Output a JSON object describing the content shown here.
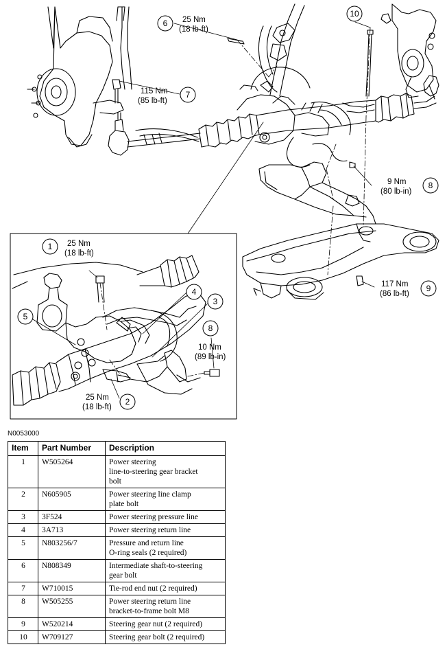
{
  "figure_id": "N0053000",
  "callouts": [
    {
      "id": "c6",
      "number": "6",
      "torque_nm": "25 Nm",
      "torque_imperial": "(18 lb-ft)"
    },
    {
      "id": "c10",
      "number": "10",
      "torque_nm": "",
      "torque_imperial": ""
    },
    {
      "id": "c7",
      "number": "7",
      "torque_nm": "115 Nm",
      "torque_imperial": "(85 lb-ft)"
    },
    {
      "id": "c8",
      "number": "8",
      "torque_nm": "9 Nm",
      "torque_imperial": "(80 lb-in)"
    },
    {
      "id": "c9",
      "number": "9",
      "torque_nm": "117 Nm",
      "torque_imperial": "(86 lb-ft)"
    },
    {
      "id": "d1",
      "number": "1",
      "torque_nm": "25 Nm",
      "torque_imperial": "(18 lb-ft)"
    },
    {
      "id": "d4",
      "number": "4",
      "torque_nm": "",
      "torque_imperial": ""
    },
    {
      "id": "d3",
      "number": "3",
      "torque_nm": "",
      "torque_imperial": ""
    },
    {
      "id": "d5",
      "number": "5",
      "torque_nm": "",
      "torque_imperial": ""
    },
    {
      "id": "d8",
      "number": "8",
      "torque_nm": "10 Nm",
      "torque_imperial": "(89 lb-in)"
    },
    {
      "id": "d2",
      "number": "2",
      "torque_nm": "25 Nm",
      "torque_imperial": "(18 lb-ft)"
    }
  ],
  "table": {
    "headers": [
      "Item",
      "Part Number",
      "Description"
    ],
    "rows": [
      {
        "item": "1",
        "part_number": "W505264",
        "description": "Power steering\nline-to-steering gear bracket\nbolt"
      },
      {
        "item": "2",
        "part_number": "N605905",
        "description": "Power steering line clamp\nplate bolt"
      },
      {
        "item": "3",
        "part_number": "3F524",
        "description": "Power steering pressure line"
      },
      {
        "item": "4",
        "part_number": "3A713",
        "description": "Power steering return line"
      },
      {
        "item": "5",
        "part_number": "N803256/7",
        "description": "Pressure and return line\nO-ring seals (2 required)"
      },
      {
        "item": "6",
        "part_number": "N808349",
        "description": "Intermediate shaft-to-steering\ngear bolt"
      },
      {
        "item": "7",
        "part_number": "W710015",
        "description": "Tie-rod end nut (2 required)"
      },
      {
        "item": "8",
        "part_number": "W505255",
        "description": "Power steering return line\nbracket-to-frame bolt M8"
      },
      {
        "item": "9",
        "part_number": "W520214",
        "description": "Steering gear nut (2 required)"
      },
      {
        "item": "10",
        "part_number": "W709127",
        "description": "Steering gear bolt (2 required)"
      }
    ]
  }
}
